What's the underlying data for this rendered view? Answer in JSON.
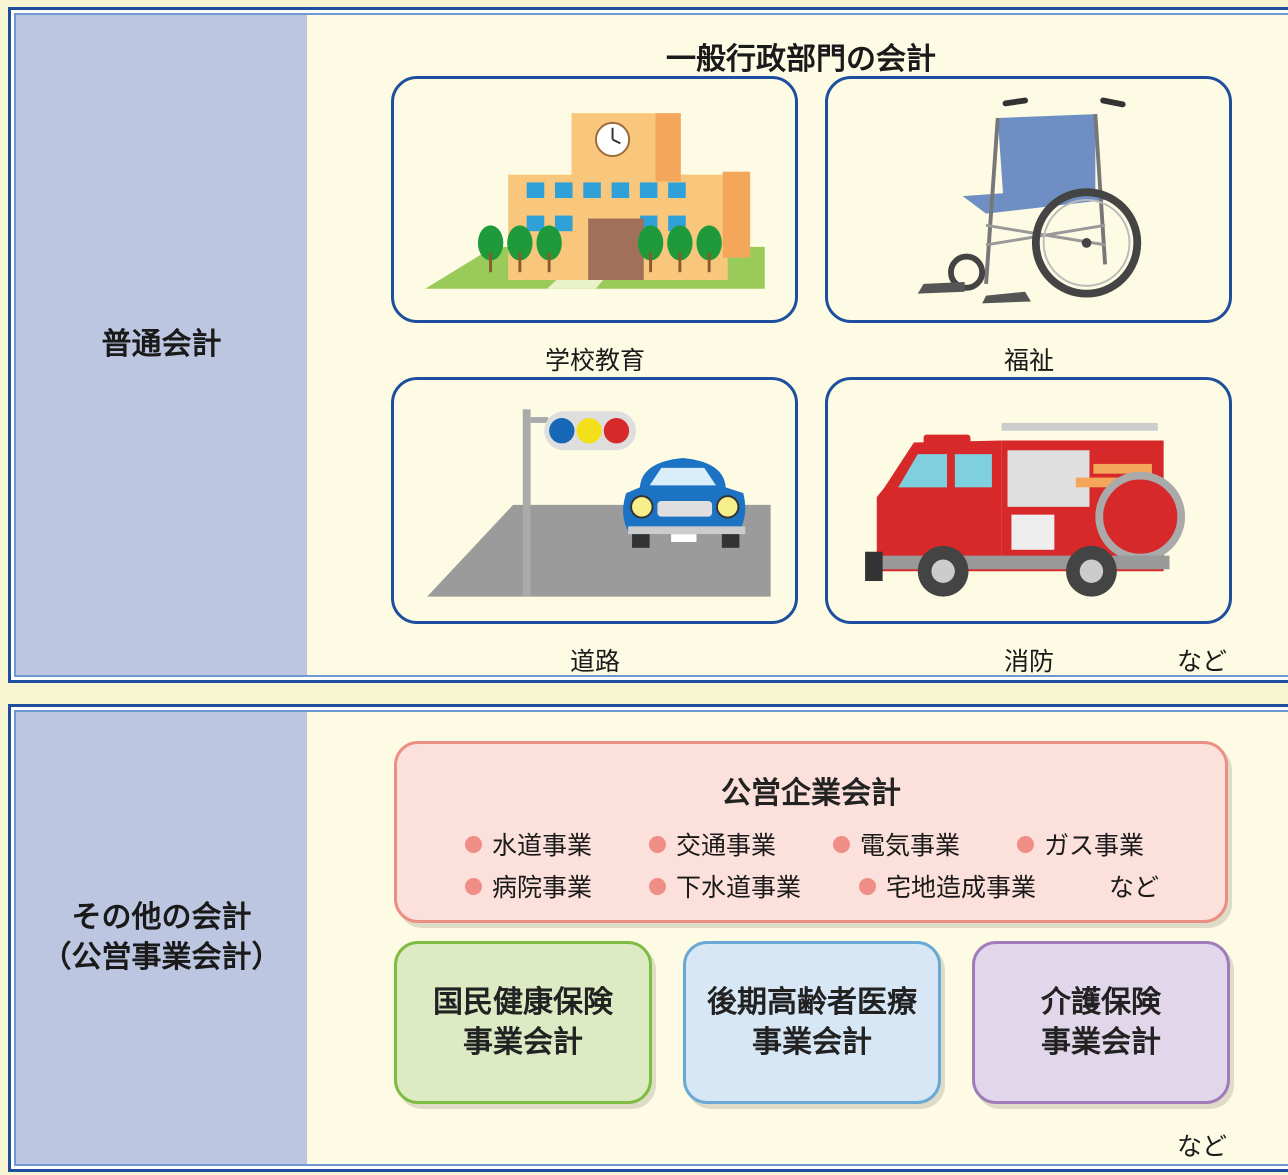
{
  "general": {
    "side_label": "普通会計",
    "heading": "一般行政部門の会計",
    "etc": "など",
    "items": [
      {
        "label": "学校教育",
        "icon": "school-icon"
      },
      {
        "label": "福祉",
        "icon": "wheelchair-icon"
      },
      {
        "label": "道路",
        "icon": "road-car-icon"
      },
      {
        "label": "消防",
        "icon": "fire-truck-icon"
      }
    ]
  },
  "other": {
    "side_label_line1": "その他の会計",
    "side_label_line2": "（公営事業会計）",
    "public_enterprise": {
      "title": "公営企業会計",
      "items": [
        "水道事業",
        "交通事業",
        "電気事業",
        "ガス事業",
        "病院事業",
        "下水道事業",
        "宅地造成事業"
      ],
      "etc": "など"
    },
    "boxes": [
      {
        "line1": "国民健康保険",
        "line2": "事業会計"
      },
      {
        "line1": "後期高齢者医療",
        "line2": "事業会計"
      },
      {
        "line1": "介護保険",
        "line2": "事業会計"
      }
    ],
    "etc": "など"
  },
  "colors": {
    "frame": "#1d4f9e",
    "side_fill": "#bcc6e0",
    "panel_fill": "#fdfbe3",
    "public_fill": "#fbe0db",
    "public_border": "#eb8f84",
    "bullet": "#ee8e86",
    "green_fill": "#dcebc4",
    "blue_fill": "#d7e7f6",
    "purple_fill": "#e2d6ea"
  }
}
